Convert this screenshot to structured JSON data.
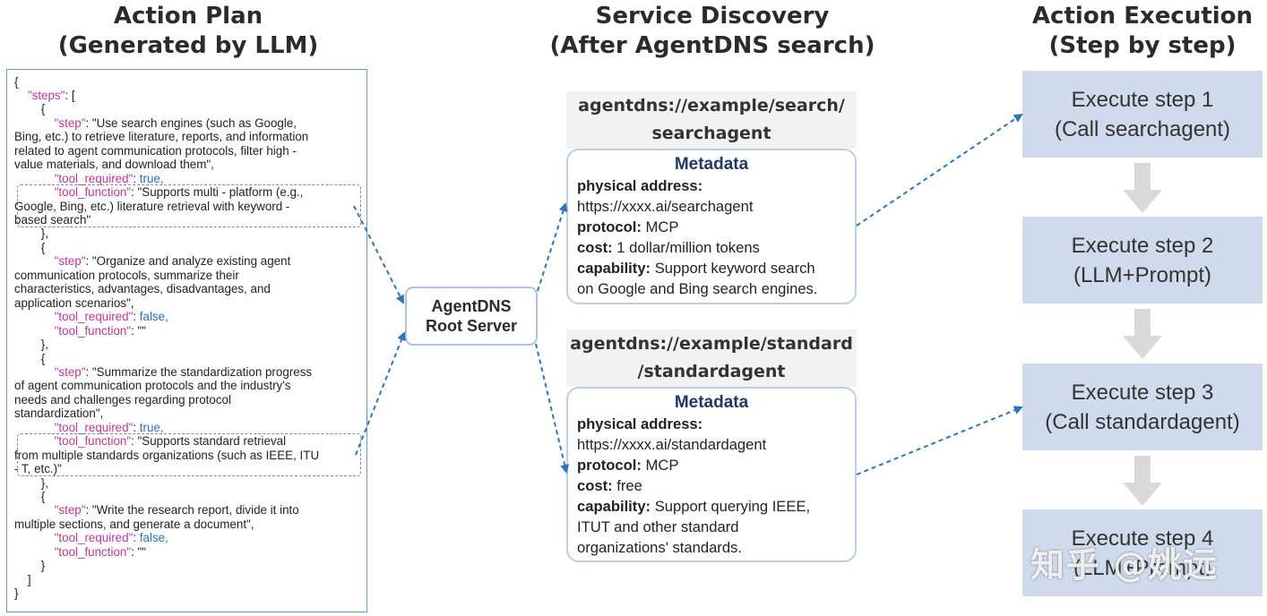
{
  "titles": {
    "plan_line1": "Action Plan",
    "plan_line2": "(Generated by LLM)",
    "discovery_line1": "Service Discovery",
    "discovery_line2": "(After AgentDNS search)",
    "execution_line1": "Action Execution",
    "execution_line2": "(Step by step)"
  },
  "plan": {
    "lines": [
      {
        "segs": [
          {
            "t": "{"
          }
        ]
      },
      {
        "segs": [
          {
            "t": "    "
          },
          {
            "t": "\"steps\"",
            "c": "k"
          },
          {
            "t": ": ["
          }
        ]
      },
      {
        "segs": [
          {
            "t": "        {"
          }
        ]
      },
      {
        "segs": [
          {
            "t": "            "
          },
          {
            "t": "\"step\"",
            "c": "k"
          },
          {
            "t": ": \"Use search engines (such as Google,"
          }
        ]
      },
      {
        "segs": [
          {
            "t": "Bing, etc.) to retrieve literature, reports, and information"
          }
        ]
      },
      {
        "segs": [
          {
            "t": "related to agent communication protocols, filter high -"
          }
        ]
      },
      {
        "segs": [
          {
            "t": "value materials, and download them\","
          }
        ]
      },
      {
        "segs": [
          {
            "t": "            "
          },
          {
            "t": "\"tool_required\"",
            "c": "k"
          },
          {
            "t": ": "
          },
          {
            "t": "true,",
            "c": "v"
          }
        ]
      },
      {
        "segs": [
          {
            "t": "            "
          },
          {
            "t": "\"tool_function\"",
            "c": "k"
          },
          {
            "t": ": \"Supports multi - platform (e.g.,"
          }
        ]
      },
      {
        "segs": [
          {
            "t": "Google, Bing, etc.) literature retrieval with keyword -"
          }
        ]
      },
      {
        "segs": [
          {
            "t": "based search\""
          }
        ]
      },
      {
        "segs": [
          {
            "t": "        },"
          }
        ]
      },
      {
        "segs": [
          {
            "t": "        {"
          }
        ]
      },
      {
        "segs": [
          {
            "t": "            "
          },
          {
            "t": "\"step\"",
            "c": "k"
          },
          {
            "t": ": \"Organize and analyze existing agent"
          }
        ]
      },
      {
        "segs": [
          {
            "t": "communication protocols, summarize their"
          }
        ]
      },
      {
        "segs": [
          {
            "t": "characteristics, advantages, disadvantages, and"
          }
        ]
      },
      {
        "segs": [
          {
            "t": "application scenarios\","
          }
        ]
      },
      {
        "segs": [
          {
            "t": "            "
          },
          {
            "t": "\"tool_required\"",
            "c": "k"
          },
          {
            "t": ": "
          },
          {
            "t": "false,",
            "c": "v"
          }
        ]
      },
      {
        "segs": [
          {
            "t": "            "
          },
          {
            "t": "\"tool_function\"",
            "c": "k"
          },
          {
            "t": ": \"\""
          }
        ]
      },
      {
        "segs": [
          {
            "t": "        },"
          }
        ]
      },
      {
        "segs": [
          {
            "t": "        {"
          }
        ]
      },
      {
        "segs": [
          {
            "t": "            "
          },
          {
            "t": "\"step\"",
            "c": "k"
          },
          {
            "t": ": \"Summarize the standardization progress"
          }
        ]
      },
      {
        "segs": [
          {
            "t": "of agent communication protocols and the industry's"
          }
        ]
      },
      {
        "segs": [
          {
            "t": "needs and challenges regarding protocol"
          }
        ]
      },
      {
        "segs": [
          {
            "t": "standardization\","
          }
        ]
      },
      {
        "segs": [
          {
            "t": "            "
          },
          {
            "t": "\"tool_required\"",
            "c": "k"
          },
          {
            "t": ": "
          },
          {
            "t": "true,",
            "c": "v"
          }
        ]
      },
      {
        "segs": [
          {
            "t": "            "
          },
          {
            "t": "\"tool_function\"",
            "c": "k"
          },
          {
            "t": ": \"Supports standard retrieval"
          }
        ]
      },
      {
        "segs": [
          {
            "t": "from multiple standards organizations (such as IEEE, ITU"
          }
        ]
      },
      {
        "segs": [
          {
            "t": "- T, etc.)\""
          }
        ]
      },
      {
        "segs": [
          {
            "t": "        },"
          }
        ]
      },
      {
        "segs": [
          {
            "t": "        {"
          }
        ]
      },
      {
        "segs": [
          {
            "t": "            "
          },
          {
            "t": "\"step\"",
            "c": "k"
          },
          {
            "t": ": \"Write the research report, divide it into"
          }
        ]
      },
      {
        "segs": [
          {
            "t": "multiple sections, and generate a document\","
          }
        ]
      },
      {
        "segs": [
          {
            "t": "            "
          },
          {
            "t": "\"tool_required\"",
            "c": "k"
          },
          {
            "t": ": "
          },
          {
            "t": "false,",
            "c": "v"
          }
        ]
      },
      {
        "segs": [
          {
            "t": "            "
          },
          {
            "t": "\"tool_function\"",
            "c": "k"
          },
          {
            "t": ": \"\""
          }
        ]
      },
      {
        "segs": [
          {
            "t": "        }"
          }
        ]
      },
      {
        "segs": [
          {
            "t": "    ]"
          }
        ]
      },
      {
        "segs": [
          {
            "t": "}"
          }
        ]
      }
    ]
  },
  "root_server": {
    "line1": "AgentDNS",
    "line2": "Root Server"
  },
  "services": [
    {
      "url_line1": "agentdns://example/search/",
      "url_line2": "searchagent",
      "metadata_title": "Metadata",
      "address_label": "physical address:",
      "address": "https://xxxx.ai/searchagent",
      "protocol_label": "protocol:",
      "protocol": "MCP",
      "cost_label": "cost:",
      "cost": "1 dollar/million tokens",
      "capability_label": "capability:",
      "capability_line1": "Support keyword search",
      "capability_line2": "on Google and Bing search engines.",
      "capability_line3": ""
    },
    {
      "url_line1": "agentdns://example/standard",
      "url_line2": "/standardagent",
      "metadata_title": "Metadata",
      "address_label": "physical address:",
      "address": "https://xxxx.ai/standardagent",
      "protocol_label": "protocol:",
      "protocol": "MCP",
      "cost_label": "cost:",
      "cost": "free",
      "capability_label": "capability:",
      "capability_line1": "Support querying IEEE,",
      "capability_line2": "ITUT and other standard",
      "capability_line3": "organizations' standards."
    }
  ],
  "steps": [
    {
      "line1": "Execute step 1",
      "line2": "(Call searchagent)"
    },
    {
      "line1": "Execute step 2",
      "line2": "(LLM+Prompt)"
    },
    {
      "line1": "Execute step 3",
      "line2": "(Call standardagent)"
    },
    {
      "line1": "Execute step 4",
      "line2": "(LLM+Prompt)"
    }
  ],
  "watermark": "知乎 @姚远",
  "colors": {
    "arrow": "#2e75b6",
    "step_fill": "#cfdbed",
    "key_pink": "#c0359a",
    "value_blue": "#2f6fbf",
    "metadata_title": "#1f3864"
  }
}
